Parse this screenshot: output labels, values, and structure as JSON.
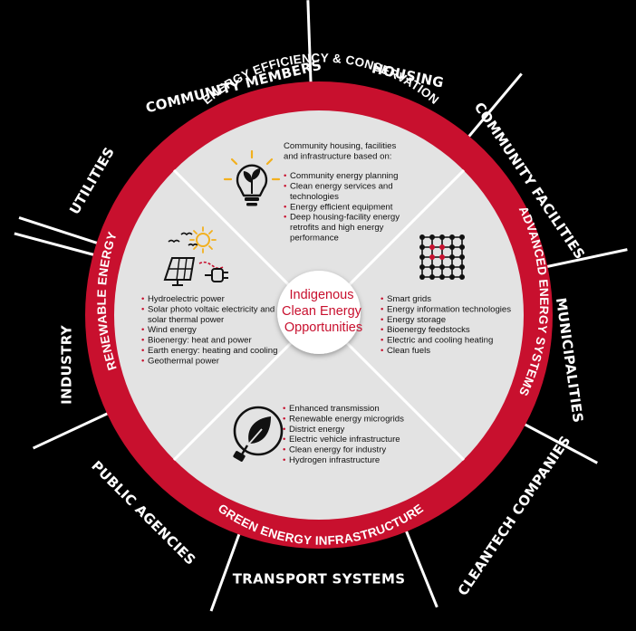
{
  "center": {
    "lines": [
      "Indigenous",
      "Clean Energy",
      "Opportunities"
    ]
  },
  "ring": {
    "top": "ENERGY EFFICIENCY & CONSERVATION",
    "right": "ADVANCED ENERGY SYSTEMS",
    "bottom": "GREEN ENERGY INFRASTRUCTURE",
    "left": "RENEWABLE ENERGY"
  },
  "stakeholders": [
    "COMMUNITY MEMBERS",
    "HOUSING",
    "COMMUNITY FACILITIES",
    "MUNICIPALITIES",
    "CLEANTECH COMPANIES",
    "TRANSPORT SYSTEMS",
    "PUBLIC AGENCIES",
    "INDUSTRY",
    "UTILITIES"
  ],
  "quadrants": {
    "top": {
      "intro": [
        "Community housing, facilities",
        "and infrastructure based on:"
      ],
      "items": [
        [
          "Community energy planning"
        ],
        [
          "Clean energy services and",
          "technologies"
        ],
        [
          "Energy efficient equipment"
        ],
        [
          "Deep housing-facility energy",
          "retrofits and high energy",
          "performance"
        ]
      ]
    },
    "right": {
      "items": [
        [
          "Smart grids"
        ],
        [
          "Energy information technologies"
        ],
        [
          "Energy storage"
        ],
        [
          "Bioenergy feedstocks"
        ],
        [
          "Electric and cooling heating"
        ],
        [
          "Clean fuels"
        ]
      ]
    },
    "bottom": {
      "items": [
        [
          "Enhanced transmission"
        ],
        [
          "Renewable energy microgrids"
        ],
        [
          "District energy"
        ],
        [
          "Electric vehicle infrastructure"
        ],
        [
          "Clean energy for industry"
        ],
        [
          "Hydrogen infrastructure"
        ]
      ]
    },
    "left": {
      "items": [
        [
          "Hydroelectric power"
        ],
        [
          "Solar photo voltaic electricity and",
          "solar thermal power"
        ],
        [
          "Wind energy"
        ],
        [
          "Bioenergy: heat and power"
        ],
        [
          "Earth energy: heating and cooling"
        ],
        [
          "Geothermal power"
        ]
      ]
    }
  },
  "icons": {
    "top": "lightbulb-plant-icon",
    "right": "smart-grid-icon",
    "bottom": "leaf-plug-icon",
    "left": "solar-wind-plug-icon"
  },
  "colors": {
    "background": "#000000",
    "ring": "#c8102e",
    "quadrant": "#e3e3e3",
    "center": "#ffffff",
    "accent_text": "#c8102e"
  }
}
